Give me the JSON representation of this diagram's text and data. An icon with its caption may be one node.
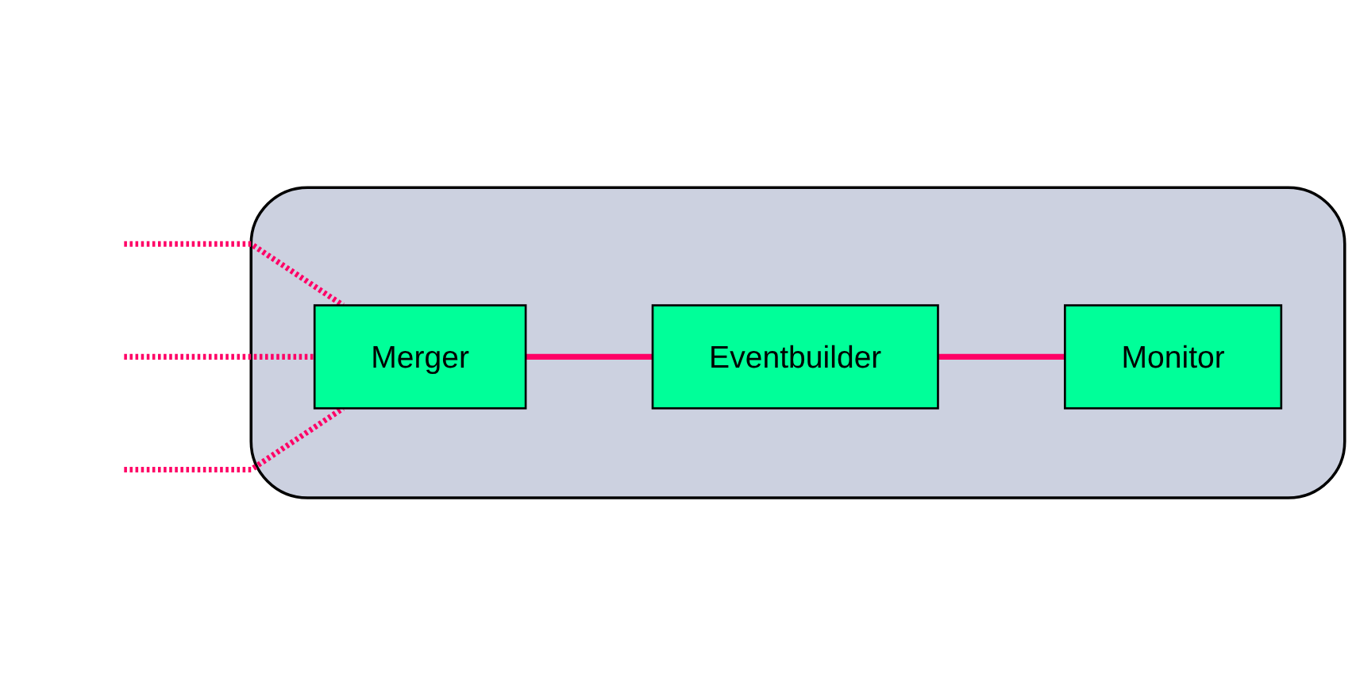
{
  "diagram": {
    "nodes": [
      {
        "text": [],
        "shape": "box"
      },
      {
        "text": [
          "Merger"
        ],
        "in": 0
      },
      {
        "text": [
          "Eventbuilder"
        ],
        "in": 0
      },
      {
        "text": [
          "Monitor"
        ],
        "in": 0
      }
    ],
    "edges": [
      {
        "from": null,
        "to": 1,
        "arrow": "none",
        "style": "dashed"
      },
      {
        "from": null,
        "to": 1,
        "arrow": "none",
        "style": "dashed"
      },
      {
        "from": null,
        "to": 1,
        "arrow": "none",
        "style": "dashed"
      },
      {
        "from": 1,
        "to": 2,
        "arrow": "none"
      },
      {
        "from": 2,
        "to": 3,
        "arrow": "none"
      }
    ]
  }
}
